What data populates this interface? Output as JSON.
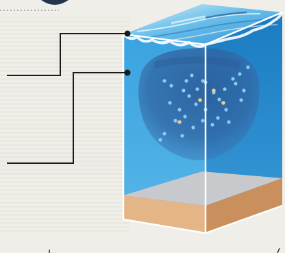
{
  "colors": {
    "background": "#efeee8",
    "stripe": "#e4e3dc",
    "water_top_light": "#cfeaf7",
    "water_top_mid": "#56b4e6",
    "water_deep": "#1f7fc7",
    "water_front": "#2a93d6",
    "water_side": "#1576bd",
    "plume": "#2d5f9e",
    "plume_core": "#31609c",
    "sediment_top": "#c7c9cc",
    "sediment_front": "#e4b586",
    "sediment_side": "#c98f5c",
    "outline": "#ffffff",
    "callout_line": "#1a1a1a",
    "particle_blue": "#8ccbf2",
    "particle_orange": "#f3c68a",
    "dotted_rule": "#9a9a9a",
    "dark_arc": "#22364b"
  },
  "callouts": [
    {
      "target": "sea-surface"
    },
    {
      "target": "submerged-plume"
    }
  ],
  "particles": {
    "blue_count": 33,
    "orange_count": 4
  }
}
